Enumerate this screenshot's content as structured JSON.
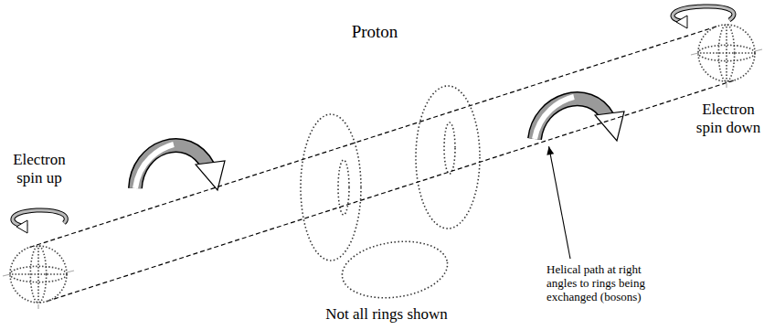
{
  "diagram": {
    "nodes": [
      {
        "text": [
          "Electron spin up"
        ]
      },
      {
        "text": [
          "Electron spin down"
        ]
      }
    ],
    "edges": [
      {
        "from": 0,
        "to": 1,
        "arrow": "none"
      },
      {
        "from": 0,
        "to": 1,
        "arrow": "none"
      }
    ],
    "labels": [
      "Proton",
      "Not all rings shown",
      "Helical path at right angles to rings being exchanged (bosons)"
    ]
  }
}
